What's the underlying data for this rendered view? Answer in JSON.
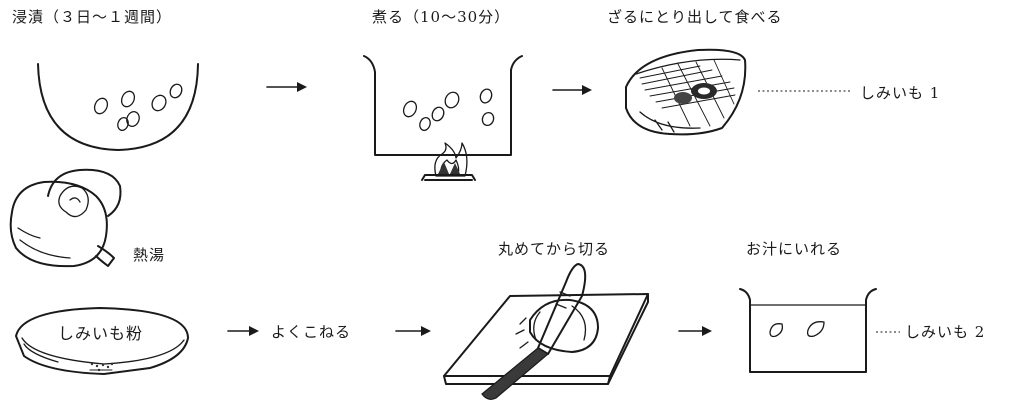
{
  "steps_top": {
    "soak": "浸漬（３日～１週間）",
    "boil": "煮る（10～30分）",
    "drain_eat": "ざるにとり出して食べる",
    "result1": "しみいも 1"
  },
  "steps_bottom": {
    "hot_water": "熱湯",
    "flour_label": "しみいも粉",
    "knead": "よくこねる",
    "roll_cut": "丸めてから切る",
    "into_soup": "お汁にいれる",
    "result2": "しみいも 2"
  }
}
